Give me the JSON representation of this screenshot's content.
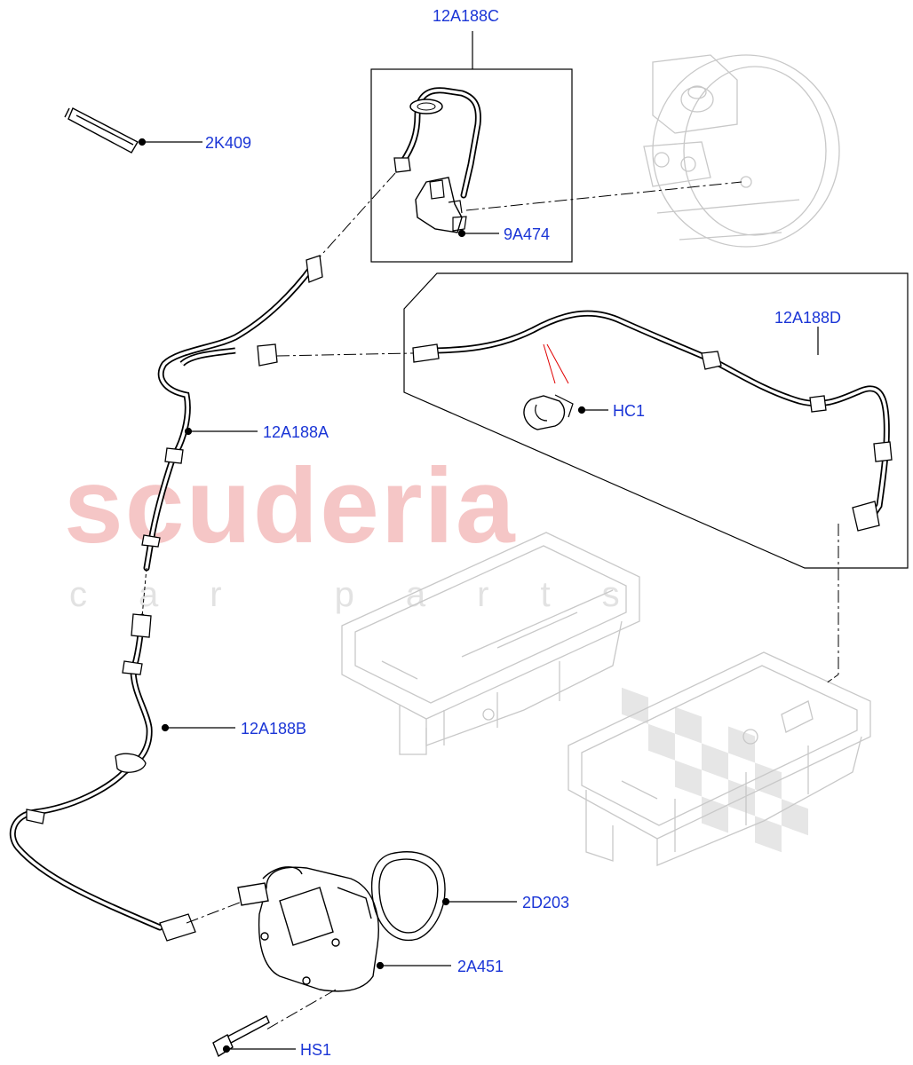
{
  "watermark": {
    "brand": "scuderia",
    "tagline": "car parts"
  },
  "callouts": {
    "c_12a188c": "12A188C",
    "c_2k409": "2K409",
    "c_9a474": "9A474",
    "c_12a188d": "12A188D",
    "c_hc1": "HC1",
    "c_12a188a": "12A188A",
    "c_12a188b": "12A188B",
    "c_2d203": "2D203",
    "c_2a451": "2A451",
    "c_hs1": "HS1"
  },
  "colors": {
    "label": "#1a35d6",
    "line": "#000000",
    "ghost": "#c8c8c8",
    "watermark": "#f5c6c6",
    "accent": "#e00000"
  }
}
